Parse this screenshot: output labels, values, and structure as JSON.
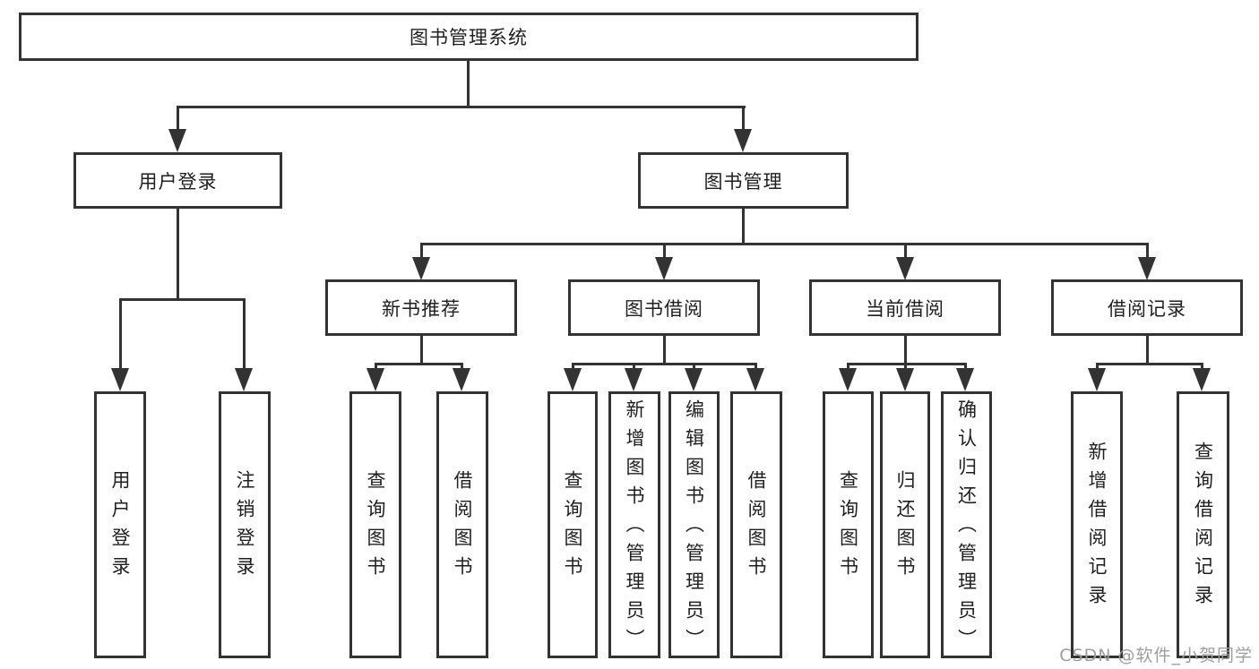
{
  "diagram_title": "图书管理系统",
  "nodes": {
    "root": "图书管理系统",
    "user_login": "用户登录",
    "book_mgmt": "图书管理",
    "new_book_rec": "新书推荐",
    "book_borrow": "图书借阅",
    "current_borrow": "当前借阅",
    "borrow_records": "借阅记录",
    "leaf_user_login": "用户登录",
    "leaf_logout": "注销登录",
    "leaf_rec_query": "查询图书",
    "leaf_rec_borrow": "借阅图书",
    "leaf_bb_query": "查询图书",
    "leaf_bb_add": "新增图书（管理员）",
    "leaf_bb_edit": "编辑图书（管理员）",
    "leaf_bb_borrow": "借阅图书",
    "leaf_cb_query": "查询图书",
    "leaf_cb_return": "归还图书",
    "leaf_cb_confirm": "确认归还（管理员）",
    "leaf_br_add": "新增借阅记录",
    "leaf_br_query": "查询借阅记录"
  },
  "watermark": "CSDN @软件_小贺同学",
  "colors": {
    "line": "#333333",
    "text": "#1f1f1f",
    "watermark": "#9e9e9e",
    "background": "#ffffff"
  }
}
